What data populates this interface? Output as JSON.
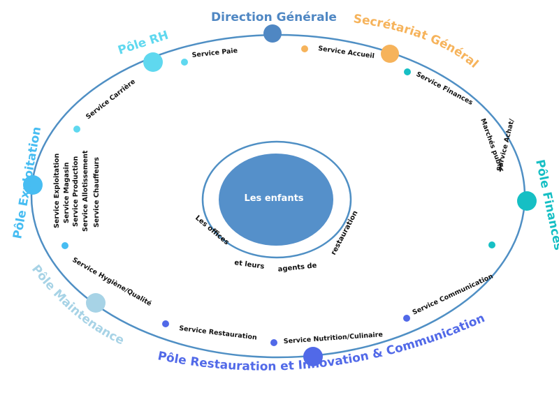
{
  "colors": {
    "ring": "#4f8fc4",
    "direction": "#4f87c3",
    "secretariat": "#f6b35b",
    "rh": "#5fd8ef",
    "exploitation": "#47bdf2",
    "finances": "#16bfc4",
    "maintenance": "#a7d3e6",
    "restauration": "#5169e8",
    "center": "#5590ca"
  },
  "center": {
    "title": "Les enfants",
    "line1": "Les offices",
    "line2": "et leurs",
    "line3": "agents de",
    "line4": "restauration"
  },
  "poles": {
    "direction": "Direction Générale",
    "secretariat": "Secrétariat Général",
    "rh": "Pôle RH",
    "exploitation": "Pôle Exploitation",
    "finances": "Pôle Finances",
    "maintenance": "Pôle Maintenance",
    "restauration": "Pôle Restauration et Innovation & Communication"
  },
  "services": {
    "paie": "Service Paie",
    "accueil": "Service Accueil",
    "finances": "Service Finances",
    "carriere": "Service Carrière",
    "marches": "Marchés public",
    "achat": "Service Achat/",
    "exploitation": "Service Exploitation",
    "magasin": "Service Magasin",
    "production": "Service Production",
    "allotissement": "Service Allotissement",
    "chauffeurs": "Service Chauffeurs",
    "hygiene": "Service Hygiène/Qualité",
    "restauration": "Service Restauration",
    "nutrition": "Service Nutrition/Culinaire",
    "communication": "Service Communication"
  }
}
